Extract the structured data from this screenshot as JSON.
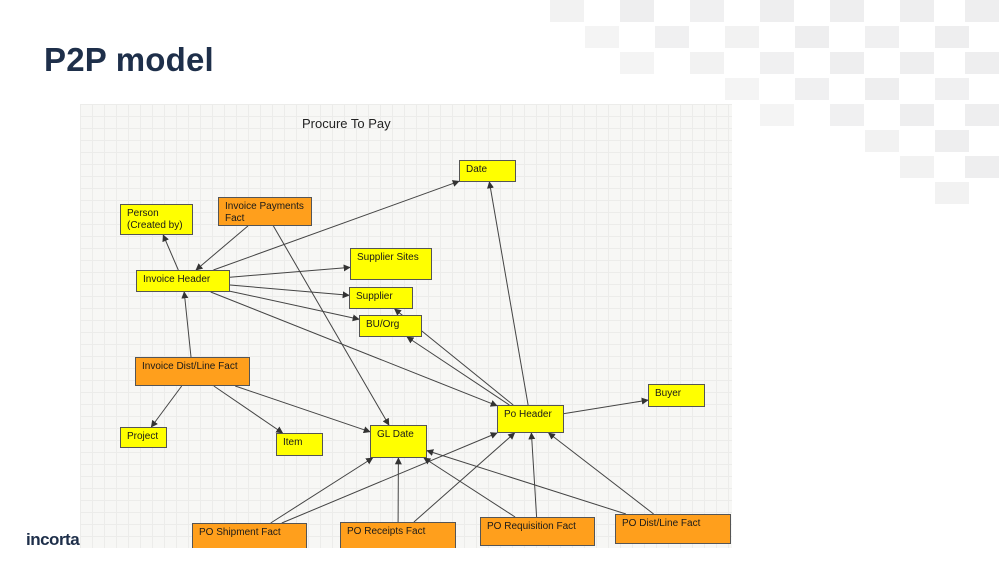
{
  "slide": {
    "title": "P2P model",
    "logo_text": "incorta"
  },
  "diagram": {
    "title": "Procure To Pay",
    "colors": {
      "dimension": "#ffff00",
      "fact": "#ff9f1c",
      "title": "#1e2f4a"
    },
    "nodes": [
      {
        "id": "date",
        "label": "Date",
        "kind": "dimension"
      },
      {
        "id": "person",
        "label": "Person\n(Created by)",
        "kind": "dimension"
      },
      {
        "id": "invoice_payments",
        "label": "Invoice Payments\nFact",
        "kind": "fact"
      },
      {
        "id": "supplier_sites",
        "label": "Supplier Sites",
        "kind": "dimension"
      },
      {
        "id": "invoice_header",
        "label": "Invoice Header",
        "kind": "dimension"
      },
      {
        "id": "supplier",
        "label": "Supplier",
        "kind": "dimension"
      },
      {
        "id": "bu_org",
        "label": "BU/Org",
        "kind": "dimension"
      },
      {
        "id": "invoice_dist",
        "label": "Invoice Dist/Line Fact",
        "kind": "fact"
      },
      {
        "id": "buyer",
        "label": "Buyer",
        "kind": "dimension"
      },
      {
        "id": "po_header",
        "label": "Po Header",
        "kind": "dimension"
      },
      {
        "id": "project",
        "label": "Project",
        "kind": "dimension"
      },
      {
        "id": "item",
        "label": "Item",
        "kind": "dimension"
      },
      {
        "id": "gl_date",
        "label": "GL Date",
        "kind": "dimension"
      },
      {
        "id": "po_shipment",
        "label": "PO Shipment  Fact",
        "kind": "fact"
      },
      {
        "id": "po_receipts",
        "label": "PO Receipts  Fact",
        "kind": "fact"
      },
      {
        "id": "po_requisition",
        "label": "PO Requisition Fact",
        "kind": "fact"
      },
      {
        "id": "po_dist",
        "label": "PO Dist/Line Fact",
        "kind": "fact"
      }
    ],
    "edges": [
      {
        "from": "invoice_header",
        "to": "person"
      },
      {
        "from": "invoice_payments",
        "to": "invoice_header"
      },
      {
        "from": "invoice_payments",
        "to": "gl_date"
      },
      {
        "from": "invoice_header",
        "to": "date"
      },
      {
        "from": "invoice_header",
        "to": "supplier_sites"
      },
      {
        "from": "invoice_header",
        "to": "supplier"
      },
      {
        "from": "invoice_header",
        "to": "bu_org"
      },
      {
        "from": "invoice_header",
        "to": "po_header"
      },
      {
        "from": "invoice_dist",
        "to": "invoice_header"
      },
      {
        "from": "invoice_dist",
        "to": "project"
      },
      {
        "from": "invoice_dist",
        "to": "item"
      },
      {
        "from": "invoice_dist",
        "to": "gl_date"
      },
      {
        "from": "po_header",
        "to": "date"
      },
      {
        "from": "po_header",
        "to": "supplier"
      },
      {
        "from": "po_header",
        "to": "bu_org"
      },
      {
        "from": "po_header",
        "to": "buyer"
      },
      {
        "from": "po_shipment",
        "to": "gl_date"
      },
      {
        "from": "po_shipment",
        "to": "po_header"
      },
      {
        "from": "po_receipts",
        "to": "gl_date"
      },
      {
        "from": "po_receipts",
        "to": "po_header"
      },
      {
        "from": "po_requisition",
        "to": "gl_date"
      },
      {
        "from": "po_requisition",
        "to": "po_header"
      },
      {
        "from": "po_dist",
        "to": "gl_date"
      },
      {
        "from": "po_dist",
        "to": "po_header"
      }
    ]
  }
}
